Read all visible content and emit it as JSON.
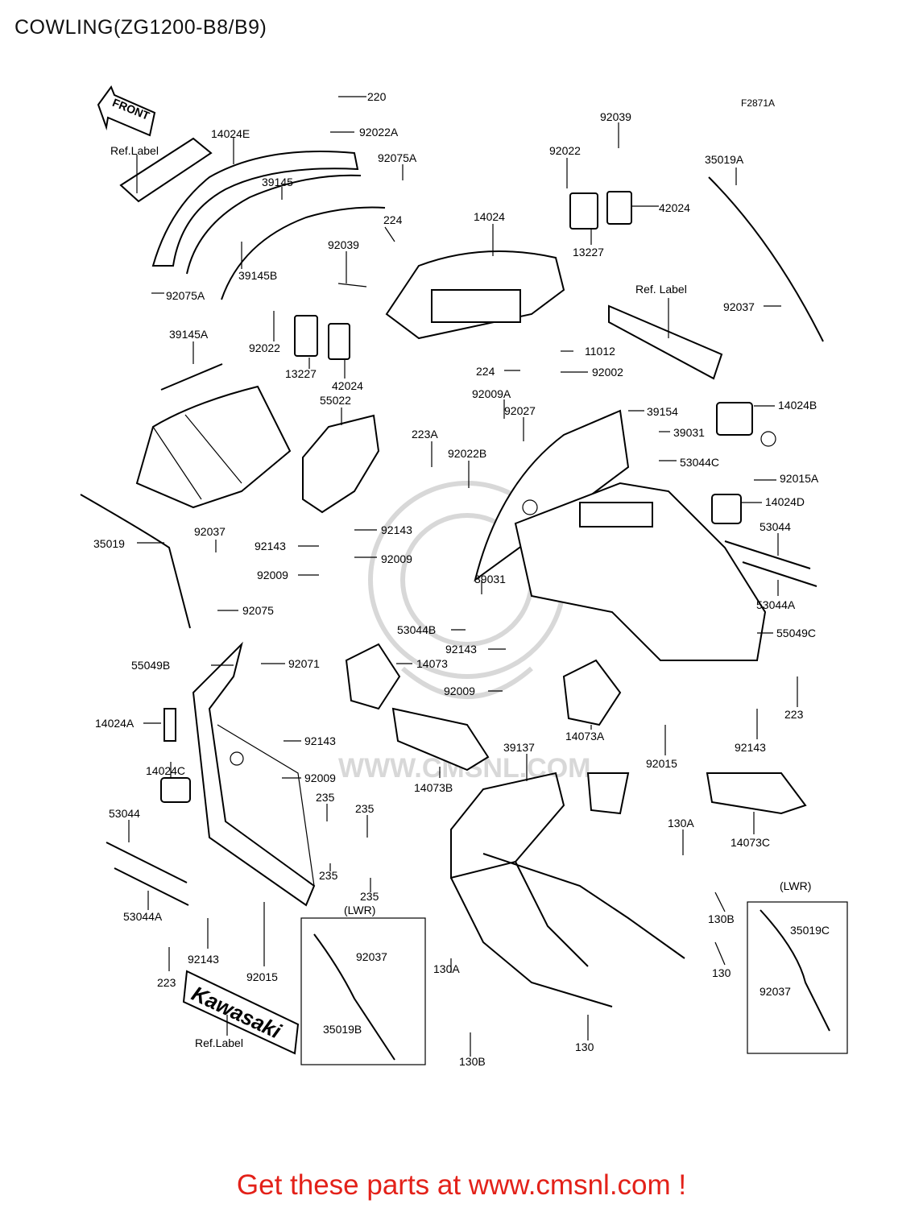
{
  "title": "COWLING(ZG1200-B8/B9)",
  "figure_id": "F2871A",
  "front_label": "FRONT",
  "logo_text": "Kawasaki",
  "watermark": "WWW.CMSNL.COM",
  "footer": "Get these parts at www.cmsnl.com !",
  "parts": [
    {
      "label": "220"
    },
    {
      "label": "92022A"
    },
    {
      "label": "14024E"
    },
    {
      "label": "Ref.Label"
    },
    {
      "label": "92075A"
    },
    {
      "label": "39145"
    },
    {
      "label": "224"
    },
    {
      "label": "39145B"
    },
    {
      "label": "92039"
    },
    {
      "label": "92075A"
    },
    {
      "label": "92022"
    },
    {
      "label": "13227"
    },
    {
      "label": "42024"
    },
    {
      "label": "39145A"
    },
    {
      "label": "55022"
    },
    {
      "label": "14024"
    },
    {
      "label": "92039"
    },
    {
      "label": "92022"
    },
    {
      "label": "42024"
    },
    {
      "label": "13227"
    },
    {
      "label": "35019A"
    },
    {
      "label": "Ref. Label"
    },
    {
      "label": "92037"
    },
    {
      "label": "11012"
    },
    {
      "label": "224"
    },
    {
      "label": "92002"
    },
    {
      "label": "92009A"
    },
    {
      "label": "92027"
    },
    {
      "label": "39154"
    },
    {
      "label": "14024B"
    },
    {
      "label": "39031"
    },
    {
      "label": "223A"
    },
    {
      "label": "92022B"
    },
    {
      "label": "53044C"
    },
    {
      "label": "92015A"
    },
    {
      "label": "14024D"
    },
    {
      "label": "53044"
    },
    {
      "label": "53044A"
    },
    {
      "label": "35019"
    },
    {
      "label": "92037"
    },
    {
      "label": "92143"
    },
    {
      "label": "92143"
    },
    {
      "label": "92009"
    },
    {
      "label": "92009"
    },
    {
      "label": "39031"
    },
    {
      "label": "92075"
    },
    {
      "label": "55049C"
    },
    {
      "label": "53044B"
    },
    {
      "label": "92143"
    },
    {
      "label": "55049B"
    },
    {
      "label": "92071"
    },
    {
      "label": "14073"
    },
    {
      "label": "92009"
    },
    {
      "label": "223"
    },
    {
      "label": "14024A"
    },
    {
      "label": "92143"
    },
    {
      "label": "14073A"
    },
    {
      "label": "92143"
    },
    {
      "label": "39137"
    },
    {
      "label": "92015"
    },
    {
      "label": "14073B"
    },
    {
      "label": "14024C"
    },
    {
      "label": "92009"
    },
    {
      "label": "235"
    },
    {
      "label": "235"
    },
    {
      "label": "53044"
    },
    {
      "label": "130A"
    },
    {
      "label": "14073C"
    },
    {
      "label": "235"
    },
    {
      "label": "235"
    },
    {
      "label": "130B"
    },
    {
      "label": "(LWR)"
    },
    {
      "label": "(LWR)"
    },
    {
      "label": "35019C"
    },
    {
      "label": "53044A"
    },
    {
      "label": "92143"
    },
    {
      "label": "92037"
    },
    {
      "label": "130"
    },
    {
      "label": "223"
    },
    {
      "label": "92015"
    },
    {
      "label": "130A"
    },
    {
      "label": "92037"
    },
    {
      "label": "35019B"
    },
    {
      "label": "130"
    },
    {
      "label": "Ref.Label"
    },
    {
      "label": "130B"
    }
  ]
}
